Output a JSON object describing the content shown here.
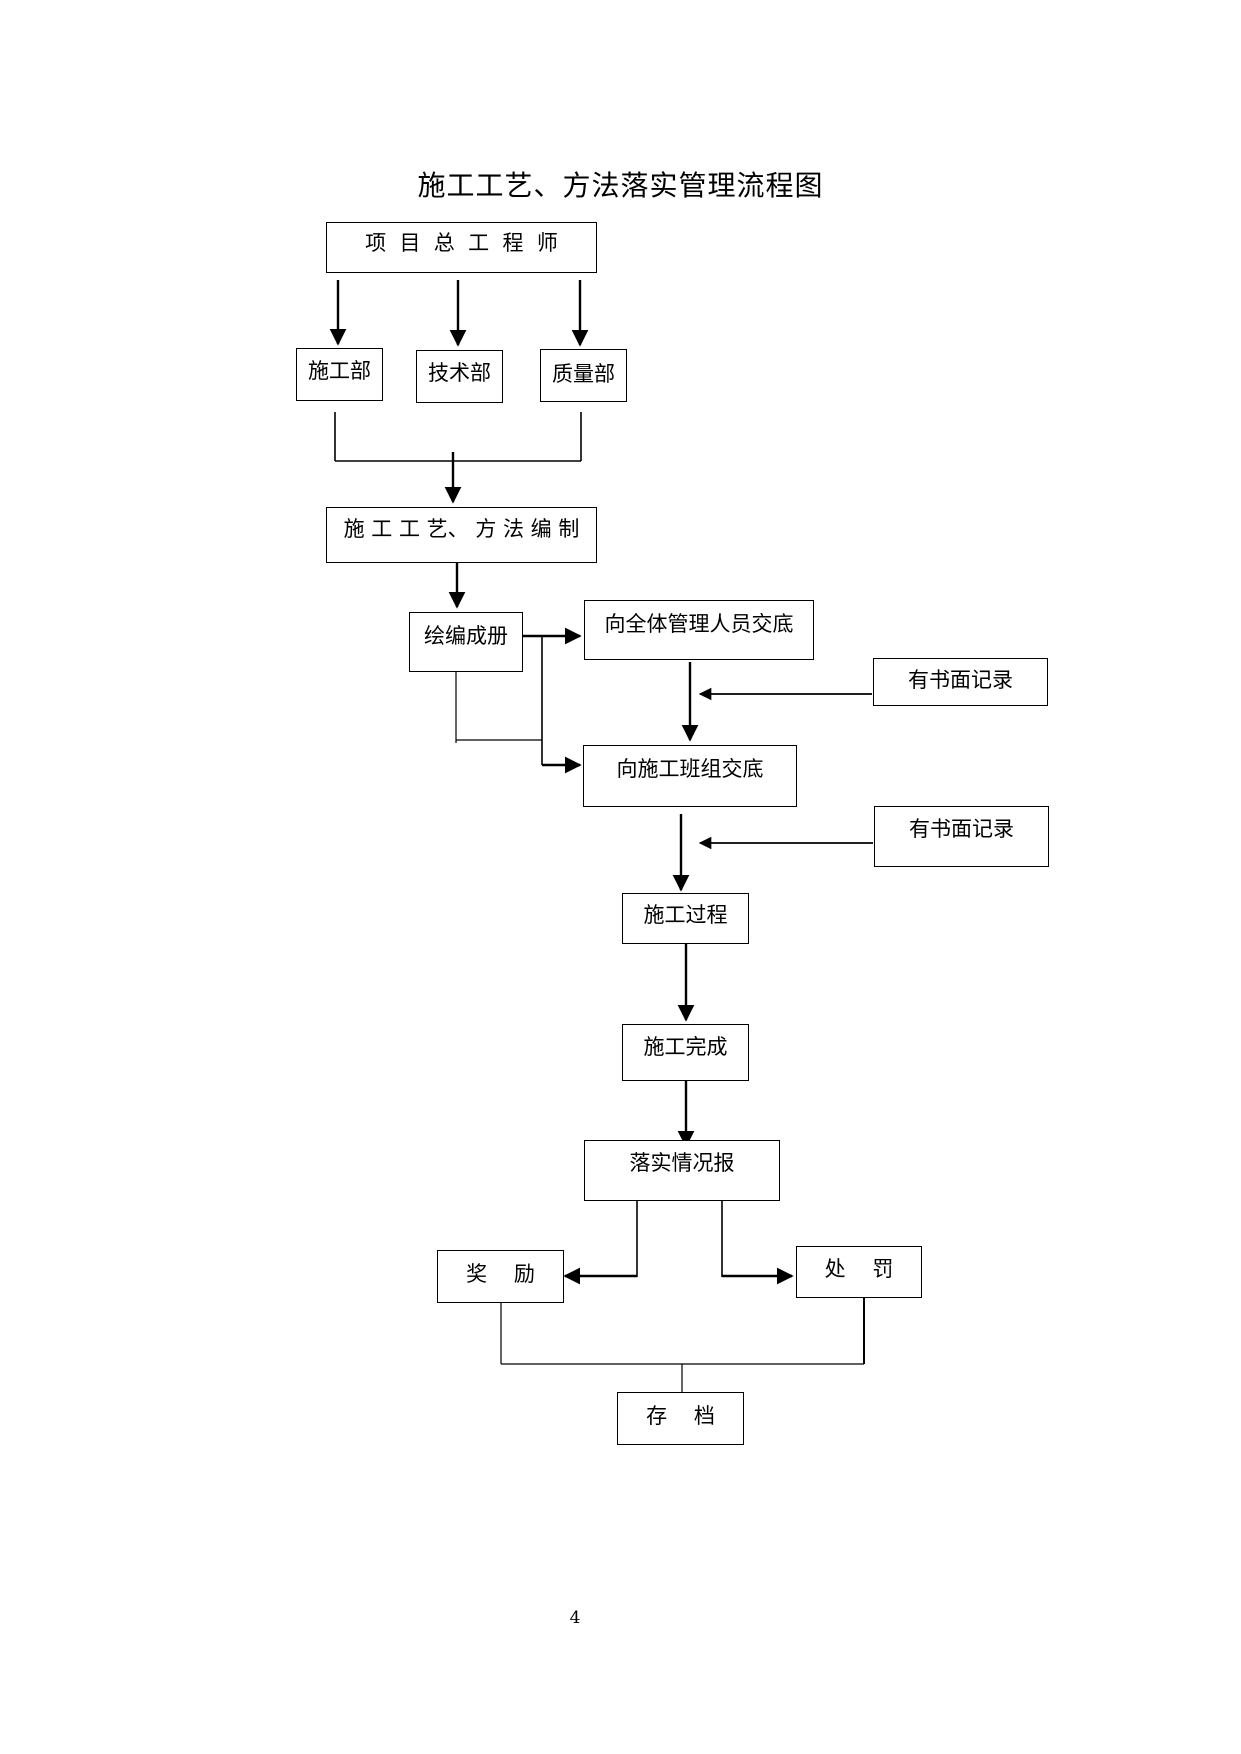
{
  "title": "施工工艺、方法落实管理流程图",
  "nodes": {
    "chief_engineer": "项  目  总  工  程  师",
    "construction_dept": "施工部",
    "technical_dept": "技术部",
    "quality_dept": "质量部",
    "compile_method": "施 工 工 艺、 方 法 编 制",
    "compile_booklet": "绘编成册",
    "brief_management": "向全体管理人员交底",
    "written_record_1": "有书面记录",
    "brief_team": "向施工班组交底",
    "written_record_2": "有书面记录",
    "construction_process": "施工过程",
    "construction_complete": "施工完成",
    "implementation_report": "落实情况报",
    "reward": "奖    励",
    "penalty": "处    罚",
    "archive": "存    档"
  },
  "page_number": "4"
}
